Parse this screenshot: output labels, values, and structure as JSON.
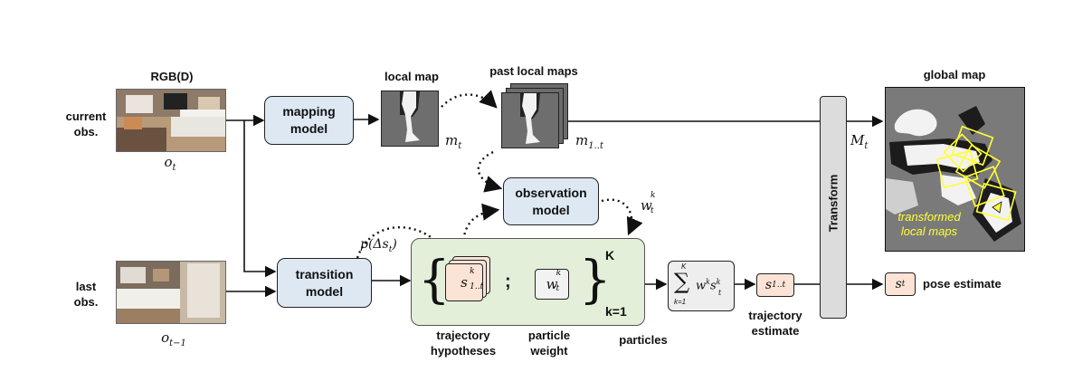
{
  "inputs": {
    "rgbd_label": "RGB(D)",
    "current_obs_label": "current\nobs.",
    "last_obs_label": "last\nobs.",
    "o_t": "o",
    "o_t_sub": "t",
    "o_t1": "o",
    "o_t1_sub": "t−1"
  },
  "nodes": {
    "mapping_model": "mapping\nmodel",
    "transition_model": "transition\nmodel",
    "observation_model": "observation\nmodel",
    "transform": "Transform"
  },
  "maps": {
    "local_map_label": "local map",
    "past_local_maps_label": "past local maps",
    "global_map_label": "global map",
    "m_t": "m",
    "m_t_sub": "t",
    "m_1t": "m",
    "m_1t_sub": "1..t",
    "M_t": "M",
    "M_t_sub": "t",
    "transformed_label": "transformed\nlocal maps"
  },
  "particles": {
    "transition_prob": "p(Δs",
    "transition_prob_sub": "t",
    "transition_prob_end": ")",
    "w_t_k": "w",
    "w_t_k_sup": "k",
    "w_t_k_sub": "t",
    "s_1t_k": "s",
    "s_1t_k_sup": "k",
    "s_1t_k_sub": "1..t",
    "separator": ";",
    "K_top": "K",
    "k_bottom": "k=1",
    "trajectory_hypotheses_label": "trajectory\nhypotheses",
    "particle_weight_label": "particle\nweight",
    "particles_label": "particles"
  },
  "estimate": {
    "sum_upper": "K",
    "sum_symbol": "∑",
    "sum_lower": "k=1",
    "sum_terms": "w",
    "sum_terms_sup": "k",
    "sum_s": "s",
    "sum_s_sup": "k",
    "sum_s_sub": "t",
    "s_1t": "s",
    "s_1t_sub": "1..t",
    "trajectory_estimate_label": "trajectory\nestimate",
    "s_t": "s",
    "s_t_sub": "t",
    "pose_estimate_label": "pose estimate"
  },
  "colors": {
    "model_fill": "#dde8f3",
    "particles_fill": "#e4efd9",
    "estimate_fill": "#fbe3d6",
    "transformed_maps": "#ffff33",
    "transform_fill": "#dcdcdc"
  }
}
